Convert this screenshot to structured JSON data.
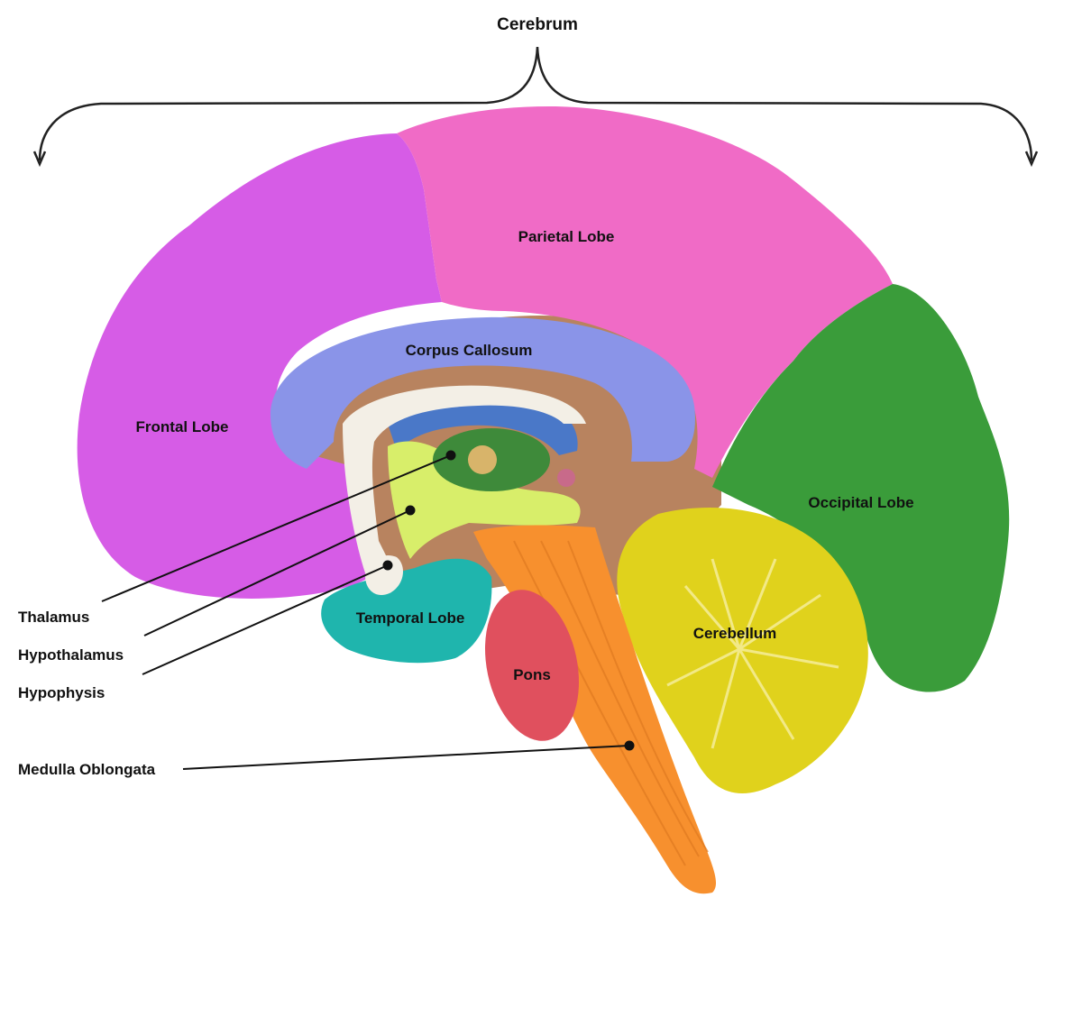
{
  "title": "Cerebrum",
  "colors": {
    "frontal": "#d65ce6",
    "parietal": "#f06bc6",
    "occipital": "#3a9c3a",
    "temporal": "#1fb5ad",
    "cerebellum": "#e0d21c",
    "pons": "#e0505e",
    "medulla": "#f7902e",
    "corpus_callosum": "#8a94e8",
    "thalamus": "#3e8a3a",
    "hypothalamus": "#d8ee6a",
    "fornix": "#f3efe6",
    "stem_bg": "#b8835f",
    "blue_ventricle": "#4a78c8"
  },
  "regions": {
    "frontal": "Frontal Lobe",
    "parietal": "Parietal Lobe",
    "occipital": "Occipital Lobe",
    "corpus_callosum": "Corpus Callosum",
    "temporal": "Temporal Lobe",
    "cerebellum": "Cerebellum",
    "pons": "Pons"
  },
  "callouts": {
    "thalamus": "Thalamus",
    "hypothalamus": "Hypothalamus",
    "hypophysis": "Hypophysis",
    "medulla": "Medulla Oblongata"
  }
}
